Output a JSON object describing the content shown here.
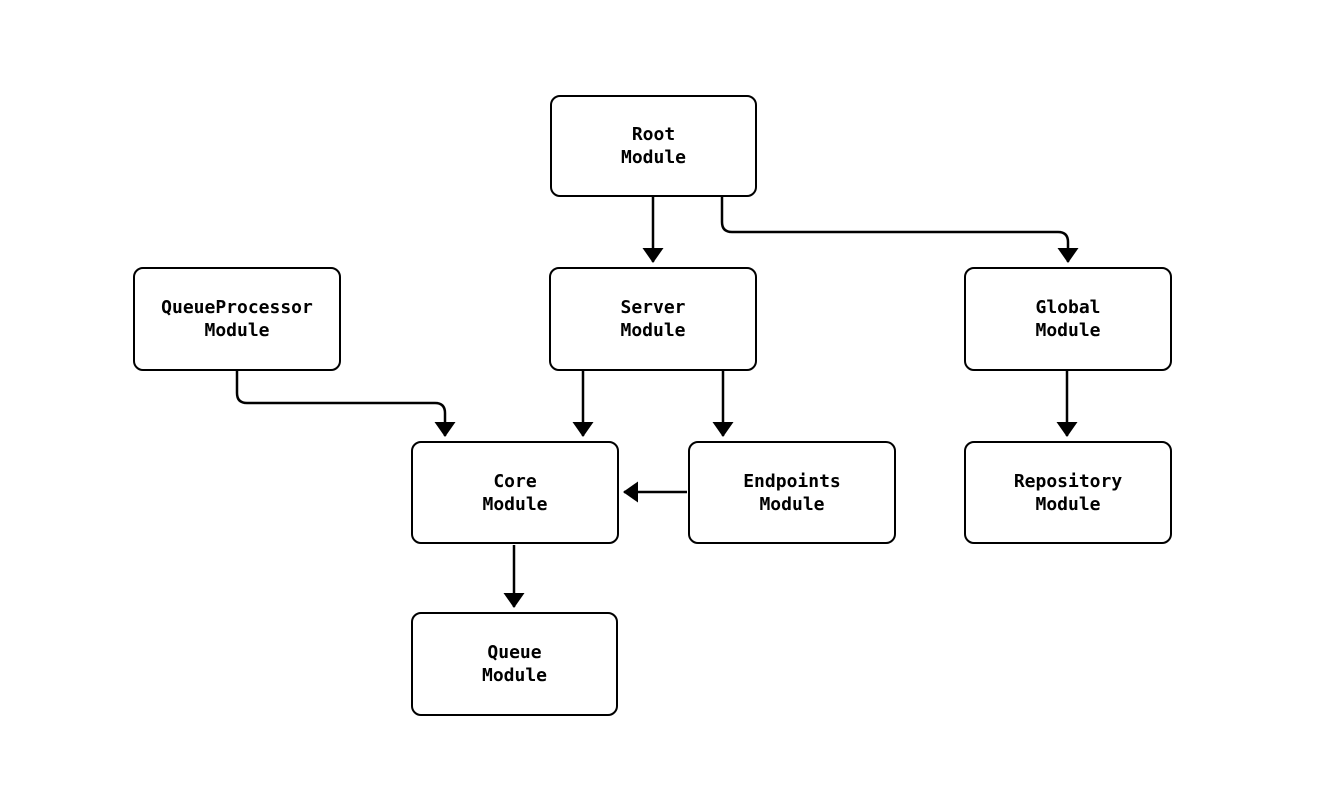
{
  "diagram": {
    "type": "module-dependency-graph",
    "background_color": "#ffffff",
    "node_fill_color": "#ffffff",
    "node_border_color": "#000000",
    "text_color": "#000000",
    "arrow_color": "#000000",
    "nodes": {
      "root": {
        "label": "Root\nModule"
      },
      "queueprocessor": {
        "label": "QueueProcessor\nModule"
      },
      "server": {
        "label": "Server\nModule"
      },
      "global": {
        "label": "Global\nModule"
      },
      "core": {
        "label": "Core\nModule"
      },
      "endpoints": {
        "label": "Endpoints\nModule"
      },
      "repository": {
        "label": "Repository\nModule"
      },
      "queue": {
        "label": "Queue\nModule"
      }
    },
    "edges": [
      {
        "from": "Root Module",
        "to": "Server Module"
      },
      {
        "from": "Root Module",
        "to": "Global Module"
      },
      {
        "from": "QueueProcessor Module",
        "to": "Core Module"
      },
      {
        "from": "Server Module",
        "to": "Core Module"
      },
      {
        "from": "Server Module",
        "to": "Endpoints Module"
      },
      {
        "from": "Endpoints Module",
        "to": "Core Module"
      },
      {
        "from": "Global Module",
        "to": "Repository Module"
      },
      {
        "from": "Core Module",
        "to": "Queue Module"
      }
    ]
  }
}
